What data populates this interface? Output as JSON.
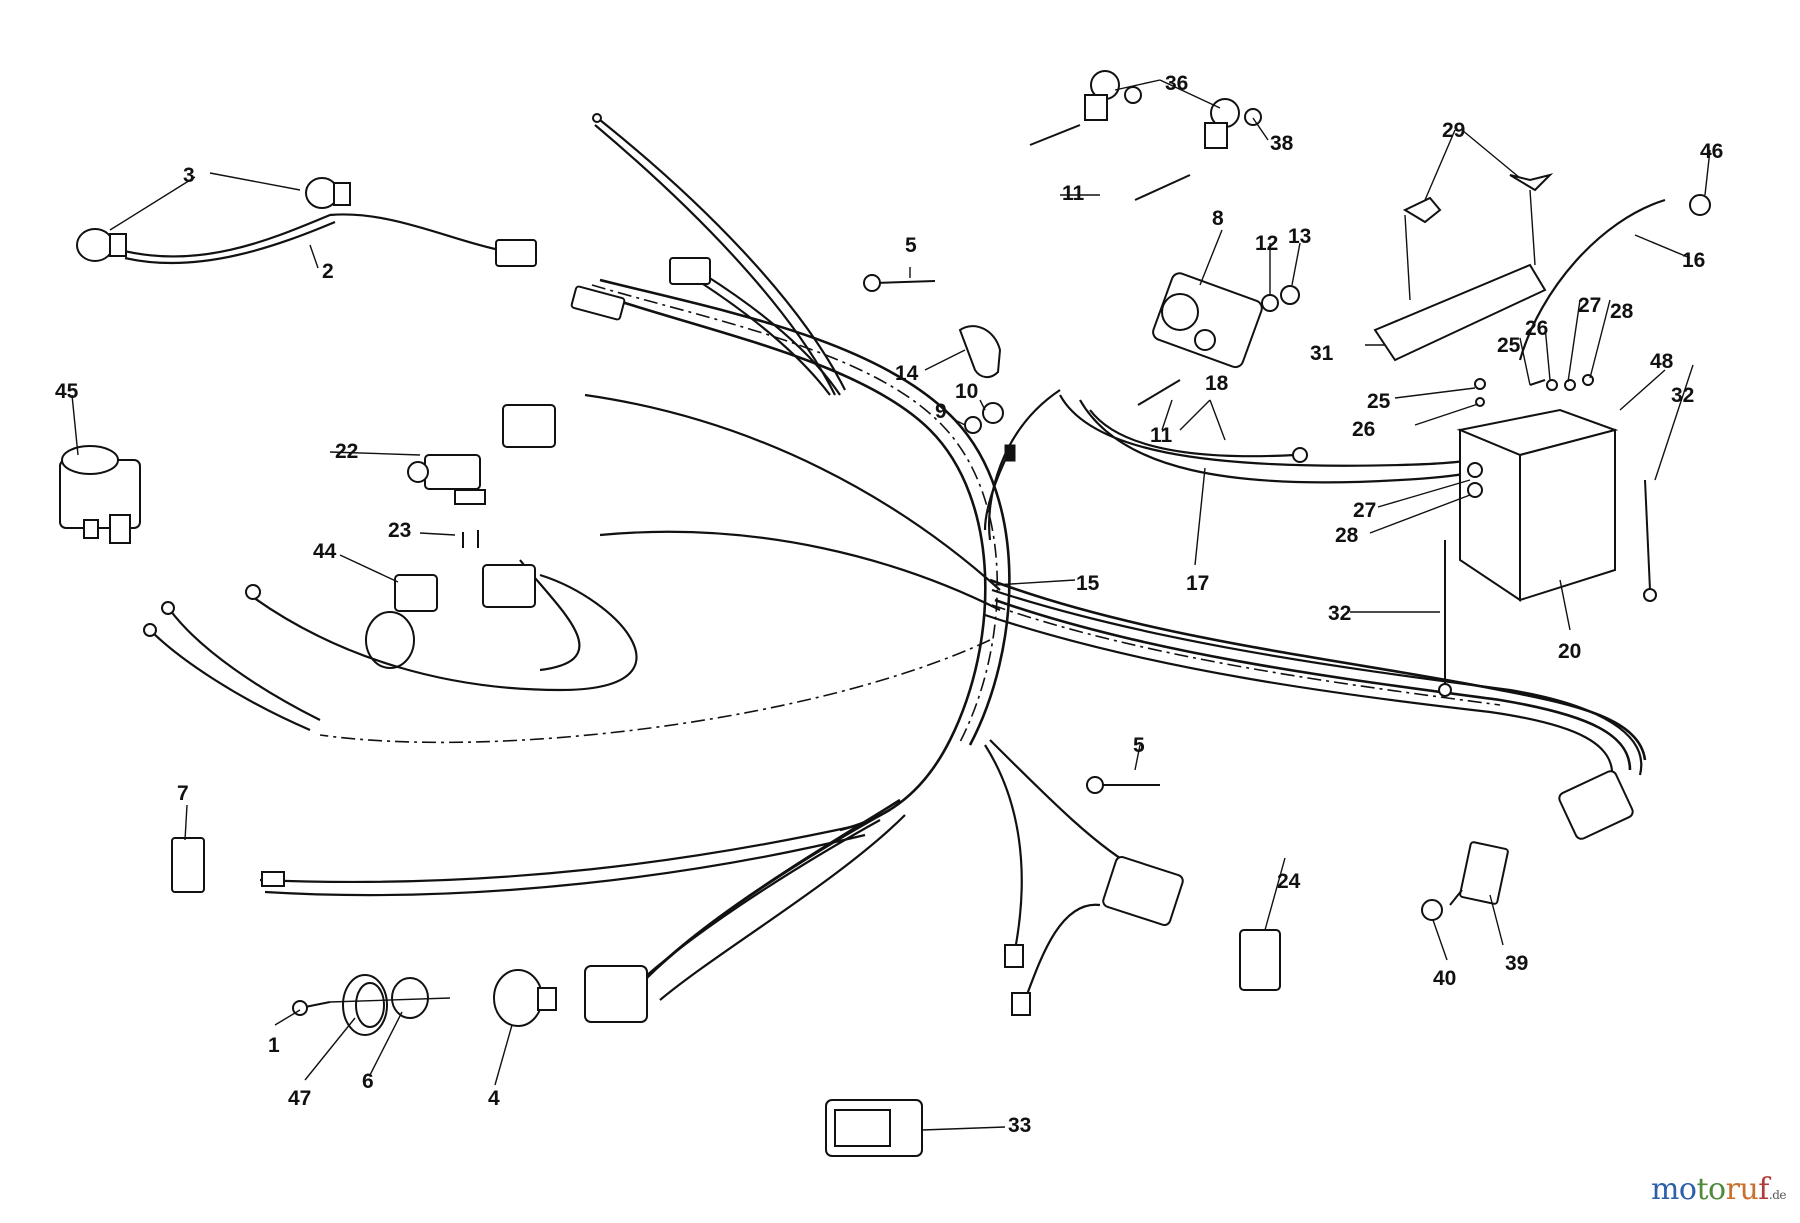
{
  "callouts": [
    "1",
    "2",
    "3",
    "4",
    "5",
    "5",
    "6",
    "7",
    "8",
    "9",
    "10",
    "11",
    "11",
    "12",
    "13",
    "14",
    "15",
    "16",
    "17",
    "18",
    "20",
    "22",
    "23",
    "24",
    "25",
    "25",
    "26",
    "26",
    "27",
    "27",
    "28",
    "28",
    "29",
    "31",
    "32",
    "32",
    "33",
    "36",
    "38",
    "39",
    "40",
    "44",
    "45",
    "46",
    "47",
    "48"
  ],
  "watermark": {
    "brand_part1": "mo",
    "brand_part2": "to",
    "brand_part3": "ru",
    "brand_part4": "f",
    "suffix": ".de"
  }
}
